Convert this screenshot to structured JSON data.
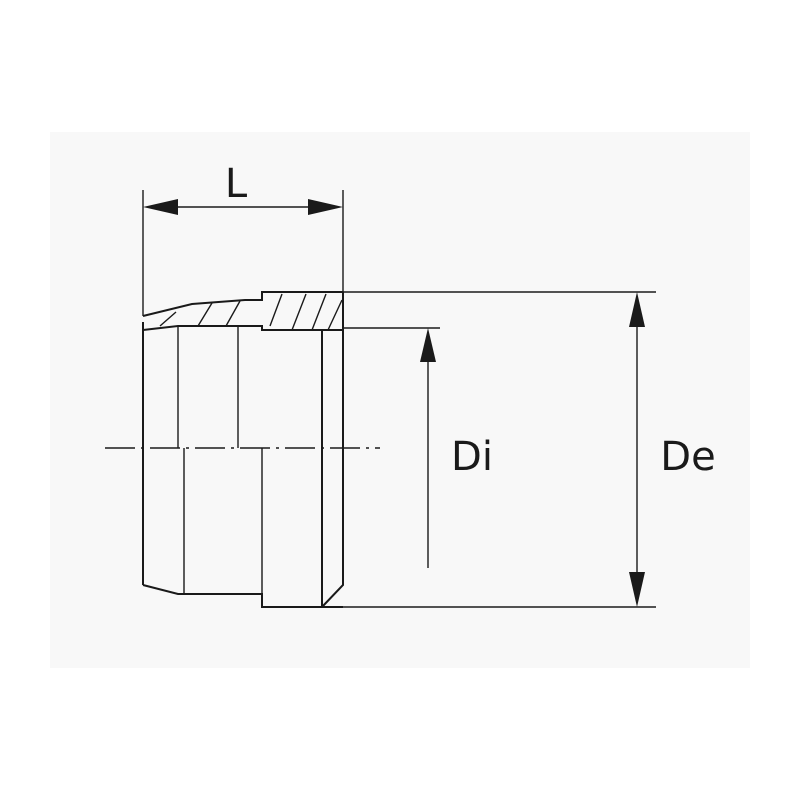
{
  "dimensions": {
    "length_label": "L",
    "inner_diameter_label": "Di",
    "outer_diameter_label": "De"
  }
}
